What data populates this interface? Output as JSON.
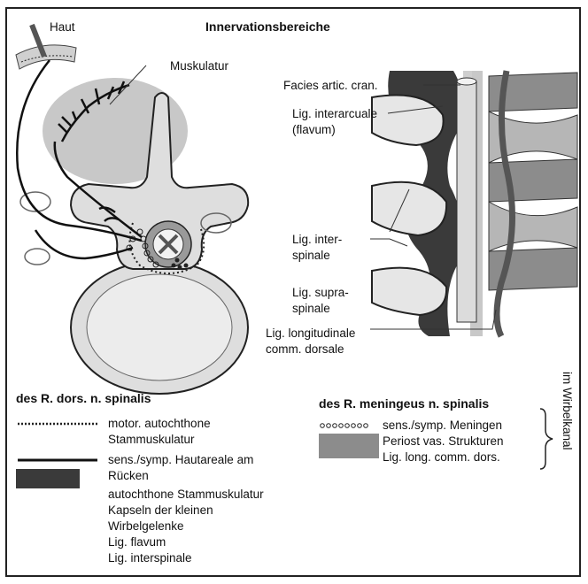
{
  "title": "Innervationsbereiche",
  "labels": {
    "haut": "Haut",
    "muskulatur": "Muskulatur",
    "facies": "Facies artic. cran.",
    "interarcuale_1": "Lig. interarcuale",
    "interarcuale_2": "(flavum)",
    "interspinale_1": "Lig. inter-",
    "interspinale_2": "spinale",
    "supraspinale_1": "Lig. supra-",
    "supraspinale_2": "spinale",
    "longitudinale_1": "Lig. longitudinale",
    "longitudinale_2": "comm. dorsale"
  },
  "legend_left": {
    "heading": "des R. dors. n. spinalis",
    "dotted_1": "motor. autochthone",
    "dotted_2": "Stammuskulatur",
    "solid_1": "sens./symp. Hautareale am",
    "solid_2": "Rücken",
    "dark_1": "autochthone Stammuskulatur",
    "dark_2": "Kapseln der kleinen",
    "dark_3": "Wirbelgelenke",
    "dark_4": "Lig. flavum",
    "dark_5": "Lig. interspinale"
  },
  "legend_right": {
    "heading": "des R. meningeus n. spinalis",
    "circles": "sens./symp. Meningen",
    "grey_1": "Periost vas. Strukturen",
    "grey_2": "Lig. long. comm. dors."
  },
  "side_label": "im Wirbelkanal",
  "colors": {
    "dark": "#3a3a3a",
    "medium": "#8c8c8c",
    "light": "#c8c8c8",
    "lighter": "#dedede"
  }
}
